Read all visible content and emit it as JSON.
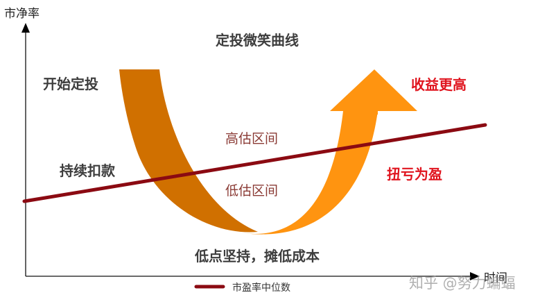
{
  "title": "定投微笑曲线",
  "axes": {
    "y_label": "市净率",
    "x_label": "时间"
  },
  "labels": {
    "start": "开始定投",
    "continue": "持续扣款",
    "bottom": "低点坚持，摊低成本",
    "higher": "收益更高",
    "turnaround": "扭亏为盈",
    "high_zone": "高估区间",
    "low_zone": "低估区间"
  },
  "legend": {
    "line_label": "市盈率中位数"
  },
  "watermark": "知乎 @努力蝙蝠",
  "colors": {
    "curve_left": "#d07000",
    "curve_right": "#ff9410",
    "pe_line": "#8b0a12",
    "red_text": "#e0141e",
    "gray_text": "#3d3d3d"
  },
  "chart_data": {
    "type": "diagram",
    "title": "定投微笑曲线",
    "xlabel": "时间",
    "ylabel": "市净率",
    "series": [
      {
        "name": "市盈率中位数",
        "shape": "straight rising line",
        "from": [
          35,
          290
        ],
        "to": [
          700,
          180
        ]
      },
      {
        "name": "微笑曲线",
        "shape": "U-shaped arrow pointing up-right"
      }
    ],
    "annotations": [
      "开始定投",
      "持续扣款",
      "低点坚持，摊低成本",
      "扭亏为盈",
      "收益更高",
      "高估区间",
      "低估区间"
    ],
    "legend_position": "bottom"
  }
}
